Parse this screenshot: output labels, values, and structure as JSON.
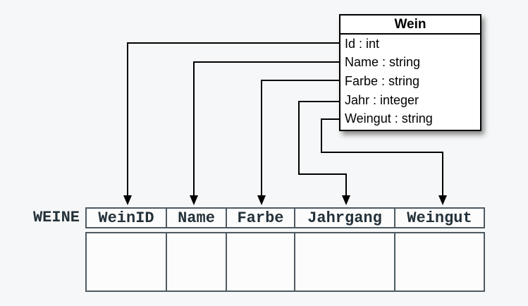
{
  "class_box": {
    "title": "Wein",
    "attributes": [
      "Id : int",
      "Name : string",
      "Farbe : string",
      "Jahr : integer",
      "Weingut : string"
    ]
  },
  "table": {
    "label": "WEINE",
    "columns": [
      "WeinID",
      "Name",
      "Farbe",
      "Jahrgang",
      "Weingut"
    ]
  },
  "mappings": [
    {
      "from": "Id",
      "to": "WeinID"
    },
    {
      "from": "Name",
      "to": "Name"
    },
    {
      "from": "Farbe",
      "to": "Farbe"
    },
    {
      "from": "Jahr",
      "to": "Jahrgang"
    },
    {
      "from": "Weingut",
      "to": "Weingut"
    }
  ],
  "colors": {
    "background": "#f6f7f8",
    "line": "#000000",
    "box_background": "#ffffff",
    "box_border": "#000000",
    "table_border": "#4e5a62",
    "table_cell_background": "#fcfcfd",
    "table_text": "#243139"
  }
}
